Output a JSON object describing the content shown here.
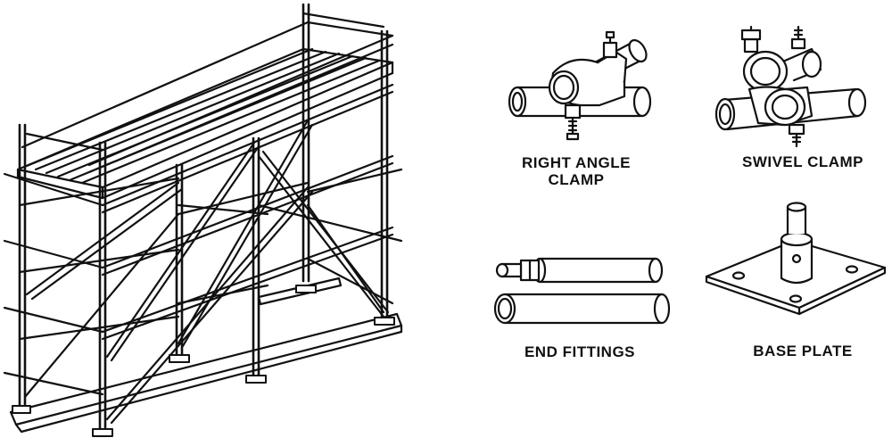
{
  "colors": {
    "background": "#ffffff",
    "ink": "#111111"
  },
  "labels": {
    "right_angle_clamp": {
      "line1": "RIGHT ANGLE",
      "line2": "CLAMP"
    },
    "swivel_clamp": "SWIVEL CLAMP",
    "end_fittings": "END FITTINGS",
    "base_plate": "BASE PLATE"
  },
  "icons": {
    "scaffold": "scaffold-frame-illustration",
    "right_angle_clamp": "right-angle-clamp-illustration",
    "swivel_clamp": "swivel-clamp-illustration",
    "end_fittings": "end-fittings-illustration",
    "base_plate": "base-plate-illustration"
  }
}
